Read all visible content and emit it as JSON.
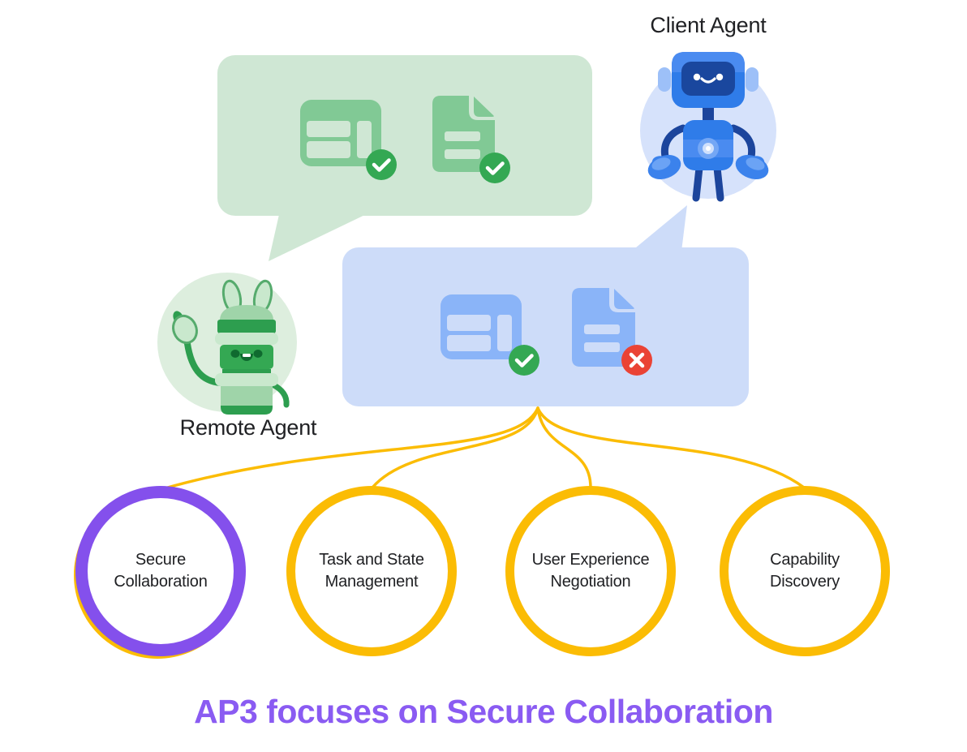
{
  "agents": {
    "client": {
      "label": "Client Agent"
    },
    "remote": {
      "label": "Remote Agent"
    }
  },
  "speech_bubbles": {
    "remote_bubble": {
      "owner": "Remote Agent",
      "items": [
        {
          "icon": "layout-card-icon",
          "status_icon": "check-icon",
          "status": "valid"
        },
        {
          "icon": "document-icon",
          "status_icon": "check-icon",
          "status": "valid"
        }
      ]
    },
    "client_bubble": {
      "owner": "Client Agent",
      "items": [
        {
          "icon": "layout-card-icon",
          "status_icon": "check-icon",
          "status": "valid"
        },
        {
          "icon": "document-icon",
          "status_icon": "cross-icon",
          "status": "invalid"
        }
      ]
    }
  },
  "principles": [
    {
      "line1": "Secure",
      "line2": "Collaboration",
      "highlighted": true
    },
    {
      "line1": "Task and State",
      "line2": "Management",
      "highlighted": false
    },
    {
      "line1": "User Experience",
      "line2": "Negotiation",
      "highlighted": false
    },
    {
      "line1": "Capability",
      "line2": "Discovery",
      "highlighted": false
    }
  ],
  "caption": {
    "text": "AP3 focuses on Secure Collaboration"
  },
  "colors": {
    "green_bubble": "#cfe7d4",
    "green_icon": "#81c995",
    "badge_green": "#34a853",
    "blue_bubble": "#cddcf9",
    "blue_icon": "#8ab4f8",
    "badge_red": "#ea4335",
    "connector_yellow": "#fbbc04",
    "ring_purple": "#8450ec",
    "caption_purple": "#8a5bf2",
    "text_dark": "#202124",
    "client_avatar_bg": "#d6e2fb",
    "remote_avatar_bg": "#ddeede"
  }
}
